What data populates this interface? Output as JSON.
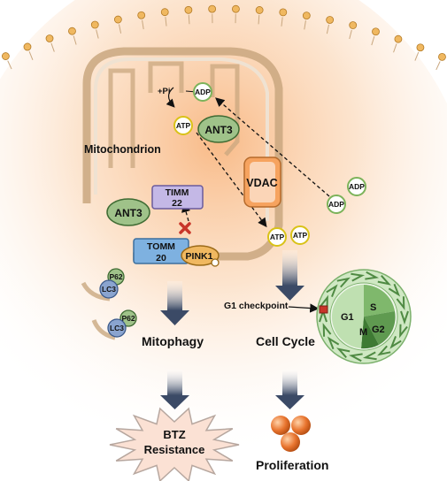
{
  "labels": {
    "pi": "+Pi",
    "adp": "ADP",
    "atp": "ATP",
    "ant3": "ANT3",
    "mitochondrion": "Mitochondrion",
    "vdac": "VDAC",
    "timm": "TIMM",
    "timm_num": "22",
    "tomm": "TOMM",
    "tomm_num": "20",
    "pink1": "PINK1",
    "p62": "P62",
    "lc3": "LC3",
    "g1_checkpoint": "G1 checkpoint",
    "mitophagy": "Mitophagy",
    "cell_cycle": "Cell Cycle",
    "btz": "BTZ",
    "resistance": "Resistance",
    "proliferation": "Proliferation",
    "phase_s": "S",
    "phase_g1": "G1",
    "phase_m": "M",
    "phase_g2": "G2"
  },
  "colors": {
    "glow": "#f6a35f",
    "ant3_fill": "#9fc289",
    "ant3_stroke": "#3f6b33",
    "timm_fill": "#c4b8e6",
    "timm_stroke": "#6a5b9c",
    "tomm_fill": "#7eb1e0",
    "tomm_stroke": "#3c6f9e",
    "pink1_fill": "#f0b860",
    "pink1_stroke": "#9a6a18",
    "atp_stroke": "#d9c217",
    "adp_stroke": "#7cb35a",
    "block": "#c8352a",
    "cycle_ring": "#a5d091",
    "cycle_dark": "#4f8a43",
    "proliferation_cells": "#e8742e",
    "btz_fill": "#fbe1d4",
    "btz_stroke": "#b7a79f"
  }
}
